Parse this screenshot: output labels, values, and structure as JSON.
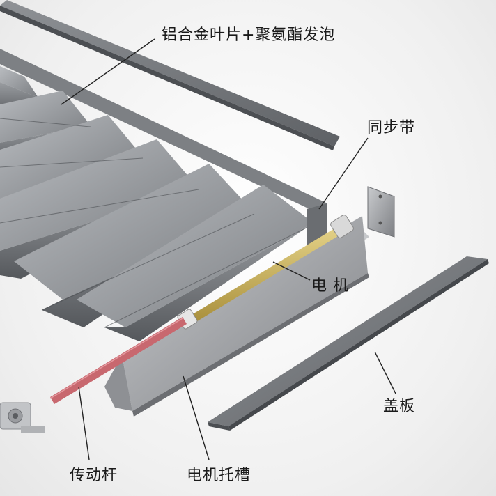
{
  "labels": {
    "blade": "铝合金叶片+聚氨酯发泡",
    "belt": "同步带",
    "motor": "电  机",
    "cover": "盖板",
    "rod": "传动杆",
    "trough": "电机托槽"
  },
  "colors": {
    "blade_light": "#8a8d91",
    "blade_dark": "#5a5d61",
    "frame": "#6f7276",
    "trough": "#9a9ca0",
    "rod": "#c0636a",
    "motor_shaft": "#cdb35a",
    "leader": "#222222"
  }
}
